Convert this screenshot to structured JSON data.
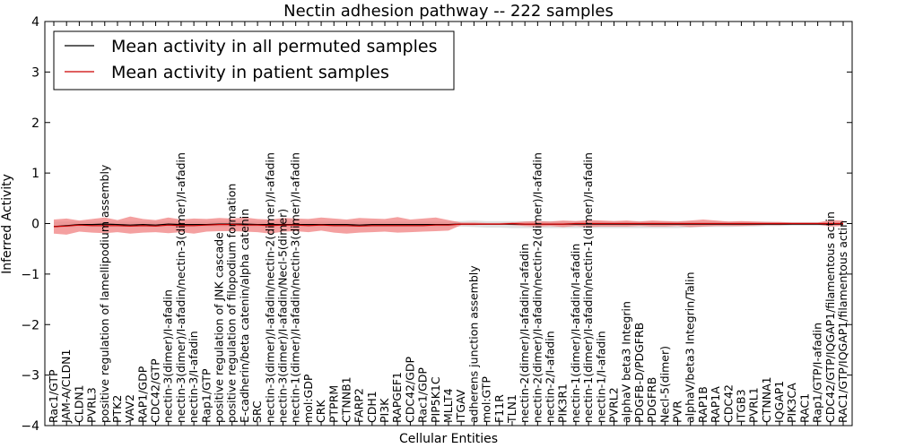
{
  "chart_data": {
    "type": "line",
    "title": "Nectin adhesion pathway -- 222 samples",
    "xlabel": "Cellular Entities",
    "ylabel": "Inferred Activity",
    "ylim": [
      -4,
      4
    ],
    "yticks": [
      -4,
      -3,
      -2,
      -1,
      0,
      1,
      2,
      3,
      4
    ],
    "grid": false,
    "legend_position": "top-left",
    "categories": [
      "Rac1/GTP",
      "JAM-A/CLDN1",
      "CLDN1",
      "PVRL3",
      "positive regulation of lamellipodium assembly",
      "PTK2",
      "VAV2",
      "RAP1/GDP",
      "CDC42/GTP",
      "nectin-3(dimer)/I-afadin",
      "nectin-3(dimer)/I-afadin/nectin-3(dimer)/I-afadin",
      "nectin-3/I-afadin",
      "Rap1/GTP",
      "positive regulation of JNK cascade",
      "positive regulation of filopodium formation",
      "E-cadherin/beta catenin/alpha catenin",
      "SRC",
      "nectin-3(dimer)/I-afadin/nectin-2(dimer)/I-afadin",
      "nectin-3(dimer)/I-afadin/Necl-5(dimer)",
      "nectin-1(dimer)/I-afadin/nectin-3(dimer)/I-afadin",
      "mol:GDP",
      "CRK",
      "PTPRM",
      "CTNNB1",
      "FARP2",
      "CDH1",
      "PI3K",
      "RAPGEF1",
      "CDC42/GDP",
      "Rac1/GDP",
      "PIP5K1C",
      "MLLT4",
      "ITGAV",
      "adherens junction assembly",
      "mol:GTP",
      "F11R",
      "TLN1",
      "nectin-2(dimer)/I-afadin/I-afadin",
      "nectin-2(dimer)/I-afadin/nectin-2(dimer)/I-afadin",
      "nectin-2/I-afadin",
      "PIK3R1",
      "nectin-1(dimer)/I-afadin/I-afadin",
      "nectin-1(dimer)/I-afadin/nectin-1(dimer)/I-afadin",
      "nectin-1/I-afadin",
      "PVRL2",
      "alphaV beta3 Integrin",
      "PDGFB-D/PDGFRB",
      "PDGFRB",
      "Necl-5(dimer)",
      "PVR",
      "alphaV/beta3 Integrin/Talin",
      "RAP1B",
      "RAP1A",
      "CDC42",
      "ITGB3",
      "PVRL1",
      "CTNNA1",
      "IQGAP1",
      "PIK3CA",
      "RAC1",
      "Rap1/GTP/I-afadin",
      "CDC42/GTP/IQGAP1/filamentous actin",
      "RAC1/GTP/IQGAP1/filamentous actin"
    ],
    "series": [
      {
        "name": "Mean activity in all permuted samples",
        "color": "#000000",
        "values": [
          -0.06,
          -0.04,
          -0.02,
          -0.02,
          -0.01,
          -0.02,
          -0.03,
          -0.02,
          -0.03,
          -0.01,
          -0.02,
          -0.02,
          -0.02,
          -0.01,
          -0.01,
          -0.01,
          -0.02,
          -0.02,
          -0.02,
          -0.02,
          -0.02,
          -0.02,
          -0.02,
          -0.02,
          -0.03,
          -0.02,
          -0.02,
          -0.02,
          -0.02,
          -0.02,
          -0.02,
          -0.02,
          -0.01,
          -0.01,
          -0.01,
          -0.01,
          -0.01,
          -0.01,
          -0.01,
          -0.01,
          -0.01,
          -0.01,
          -0.01,
          -0.01,
          -0.01,
          -0.01,
          -0.01,
          -0.01,
          -0.01,
          -0.01,
          -0.01,
          -0.01,
          -0.01,
          -0.01,
          -0.01,
          -0.01,
          -0.01,
          -0.01,
          -0.01,
          -0.01,
          -0.01,
          -0.01,
          -0.01
        ]
      },
      {
        "name": "Mean activity in patient samples",
        "color": "#cc0000",
        "values": [
          -0.06,
          -0.05,
          -0.03,
          -0.04,
          -0.04,
          -0.04,
          -0.05,
          -0.04,
          -0.05,
          -0.03,
          -0.04,
          -0.04,
          -0.03,
          -0.02,
          -0.02,
          -0.03,
          -0.03,
          -0.04,
          -0.03,
          -0.03,
          -0.04,
          -0.03,
          -0.04,
          -0.04,
          -0.05,
          -0.04,
          -0.04,
          -0.04,
          -0.04,
          -0.04,
          -0.03,
          -0.03,
          -0.01,
          -0.01,
          -0.01,
          -0.01,
          0.0,
          -0.01,
          -0.01,
          -0.01,
          -0.01,
          0.0,
          0.0,
          0.0,
          0.0,
          0.0,
          0.0,
          0.0,
          0.0,
          0.0,
          0.0,
          0.0,
          0.0,
          0.0,
          0.0,
          0.0,
          0.0,
          0.0,
          0.0,
          0.0,
          0.0,
          0.0,
          0.0
        ]
      }
    ],
    "patient_band": {
      "color": "#f08080",
      "upper": [
        0.08,
        0.1,
        0.06,
        0.09,
        0.12,
        0.07,
        0.14,
        0.09,
        0.07,
        0.12,
        0.08,
        0.1,
        0.09,
        0.11,
        0.1,
        0.12,
        0.09,
        0.08,
        0.11,
        0.1,
        0.09,
        0.12,
        0.1,
        0.08,
        0.11,
        0.1,
        0.09,
        0.13,
        0.08,
        0.1,
        0.12,
        0.07,
        0.02,
        0.02,
        0.01,
        0.01,
        0.02,
        0.04,
        0.05,
        0.04,
        0.06,
        0.05,
        0.07,
        0.06,
        0.05,
        0.06,
        0.04,
        0.06,
        0.05,
        0.04,
        0.06,
        0.08,
        0.06,
        0.04,
        0.05,
        0.04,
        0.03,
        0.03,
        0.02,
        0.02,
        0.02,
        0.07,
        0.06
      ],
      "lower": [
        -0.2,
        -0.22,
        -0.16,
        -0.18,
        -0.19,
        -0.17,
        -0.2,
        -0.18,
        -0.17,
        -0.19,
        -0.17,
        -0.2,
        -0.16,
        -0.15,
        -0.15,
        -0.16,
        -0.17,
        -0.2,
        -0.16,
        -0.15,
        -0.17,
        -0.14,
        -0.18,
        -0.2,
        -0.18,
        -0.17,
        -0.16,
        -0.18,
        -0.17,
        -0.16,
        -0.15,
        -0.14,
        -0.03,
        -0.03,
        -0.02,
        -0.02,
        -0.03,
        -0.05,
        -0.06,
        -0.05,
        -0.07,
        -0.05,
        -0.07,
        -0.06,
        -0.06,
        -0.06,
        -0.05,
        -0.06,
        -0.06,
        -0.05,
        -0.07,
        -0.06,
        -0.05,
        -0.05,
        -0.05,
        -0.04,
        -0.03,
        -0.03,
        -0.02,
        -0.02,
        -0.02,
        -0.06,
        -0.05
      ]
    },
    "permuted_band": {
      "color": "#d3d3d3",
      "upper": [
        0.04,
        0.04,
        0.04,
        0.04,
        0.04,
        0.04,
        0.04,
        0.04,
        0.04,
        0.04,
        0.04,
        0.04,
        0.04,
        0.04,
        0.04,
        0.04,
        0.04,
        0.04,
        0.04,
        0.04,
        0.04,
        0.04,
        0.04,
        0.04,
        0.04,
        0.04,
        0.04,
        0.04,
        0.04,
        0.04,
        0.04,
        0.04,
        0.05,
        0.06,
        0.05,
        0.05,
        0.05,
        0.05,
        0.05,
        0.05,
        0.05,
        0.05,
        0.05,
        0.05,
        0.05,
        0.05,
        0.05,
        0.05,
        0.05,
        0.05,
        0.05,
        0.04,
        0.04,
        0.04,
        0.04,
        0.04,
        0.04,
        0.03,
        0.03,
        0.03,
        0.03,
        0.03,
        0.03
      ],
      "lower": [
        -0.08,
        -0.08,
        -0.07,
        -0.07,
        -0.07,
        -0.07,
        -0.07,
        -0.07,
        -0.07,
        -0.07,
        -0.07,
        -0.07,
        -0.07,
        -0.07,
        -0.07,
        -0.07,
        -0.07,
        -0.07,
        -0.07,
        -0.07,
        -0.07,
        -0.07,
        -0.07,
        -0.07,
        -0.07,
        -0.07,
        -0.07,
        -0.07,
        -0.07,
        -0.07,
        -0.07,
        -0.07,
        -0.06,
        -0.07,
        -0.08,
        -0.08,
        -0.09,
        -0.09,
        -0.09,
        -0.09,
        -0.09,
        -0.09,
        -0.09,
        -0.09,
        -0.09,
        -0.09,
        -0.09,
        -0.09,
        -0.09,
        -0.09,
        -0.08,
        -0.07,
        -0.07,
        -0.07,
        -0.06,
        -0.06,
        -0.05,
        -0.05,
        -0.04,
        -0.04,
        -0.04,
        -0.04,
        -0.04
      ]
    }
  }
}
